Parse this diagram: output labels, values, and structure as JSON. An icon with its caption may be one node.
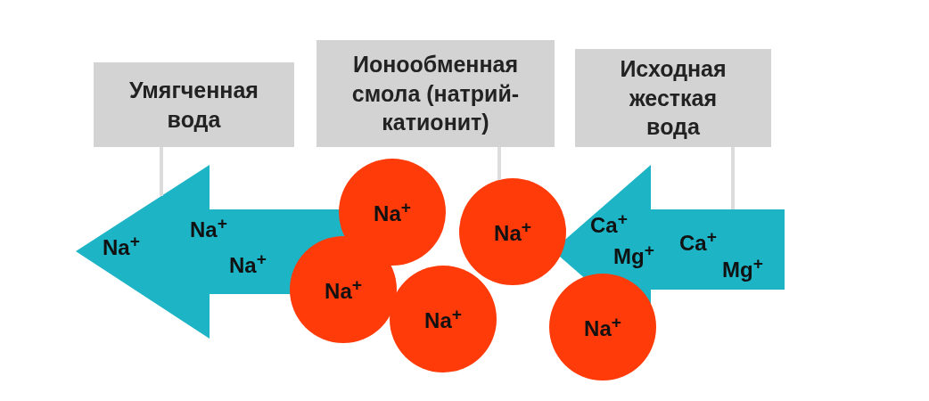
{
  "diagram": {
    "nodes": [
      {
        "text": [
          "Умягченная вода"
        ]
      },
      {
        "text": [
          "Ионообменная смола (натрий-катионит)"
        ]
      },
      {
        "text": [
          "Исходная жесткая вода"
        ]
      },
      {
        "text": [
          "Na$^{+}$",
          "Na$^{+}$",
          "Na$^{+}$"
        ]
      },
      {
        "text": [
          "Ca$^{+}$",
          "Mg$^{+}$",
          "Ca$^{+}$",
          "Mg$^{+}$"
        ]
      },
      {
        "text": [
          "Na$^{+}$"
        ]
      },
      {
        "text": [
          "Na$^{+}$"
        ]
      },
      {
        "text": [
          "Na$^{+}$"
        ]
      },
      {
        "text": [
          "Na$^{+}$"
        ]
      },
      {
        "text": [
          "Na$^{+}$"
        ]
      }
    ],
    "edges": [
      {
        "from": 0,
        "to": 3,
        "arrow": "none"
      },
      {
        "from": 1,
        "to": 8,
        "arrow": "none"
      },
      {
        "from": 2,
        "to": 4,
        "arrow": "none"
      }
    ]
  }
}
